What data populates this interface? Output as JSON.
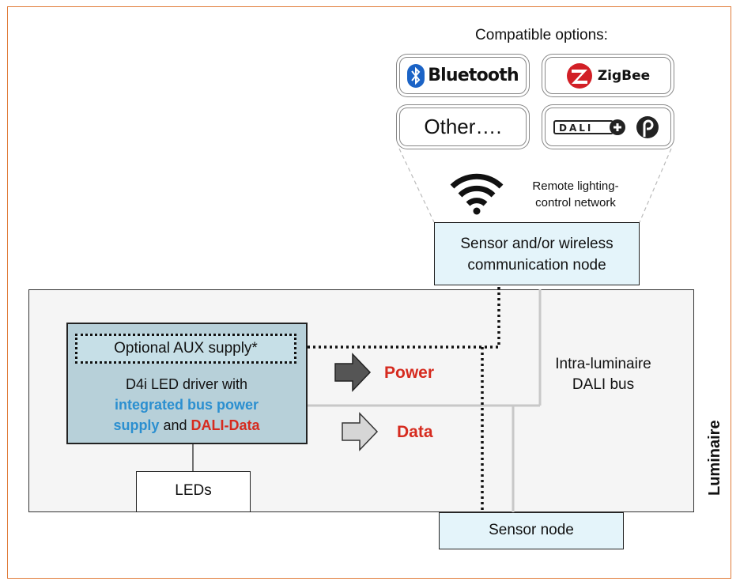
{
  "compatible_title": "Compatible options:",
  "options": {
    "bluetooth": "Bluetooth",
    "zigbee": "ZigBee",
    "other": "Other….",
    "dali_logo": "DALI+"
  },
  "network_label_line1": "Remote lighting-",
  "network_label_line2": "control network",
  "wireless_node": {
    "line1": "Sensor and/or wireless",
    "line2": "communication node"
  },
  "luminaire_label": "Luminaire",
  "aux_supply": "Optional AUX supply*",
  "driver": {
    "line1": "D4i LED driver with",
    "bus_power_1": "integrated bus power",
    "bus_power_2": "supply",
    "and": "and",
    "dali_data": "DALI-Data"
  },
  "leds": "LEDs",
  "power_label": "Power",
  "data_label": "Data",
  "bus_label_line1": "Intra-luminaire",
  "bus_label_line2": "DALI bus",
  "sensor_node": "Sensor node",
  "colors": {
    "frame": "#e07b39",
    "accent_red": "#d62b1f",
    "accent_blue": "#2b8fd0",
    "node_fill": "#e4f4fa",
    "driver_fill": "#b7d0d9",
    "bluetooth_blue": "#1b63c6",
    "zigbee_red": "#d21f26"
  }
}
